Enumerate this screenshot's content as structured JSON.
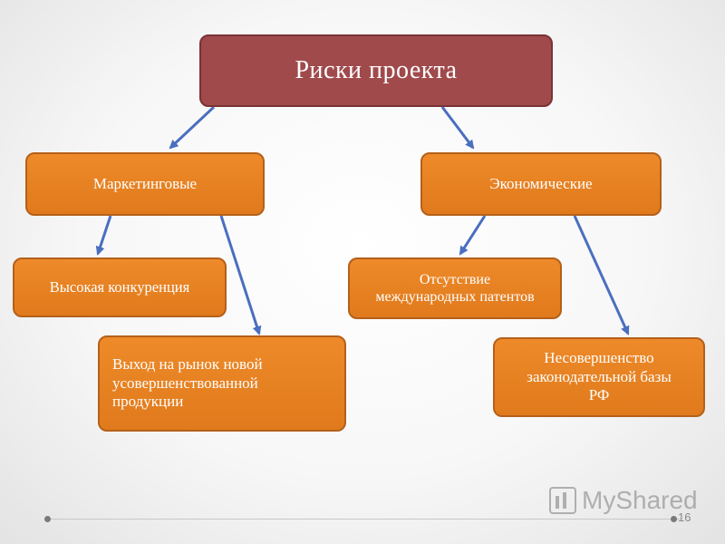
{
  "diagram": {
    "root": "Риски проекта",
    "branches": [
      {
        "label": "Маркетинговые",
        "children": [
          "Высокая конкуренция",
          "Выход на рынок новой усовершенствованной продукции"
        ]
      },
      {
        "label": "Экономические",
        "children": [
          "Отсутствие международных патентов",
          "Несовершенство законодательной базы РФ"
        ]
      }
    ]
  },
  "colors": {
    "root_fill": "#a04a4c",
    "node_fill": "#e67e22",
    "arrow": "#4a6fbf"
  },
  "watermark": "MyShared",
  "page_number": "16"
}
